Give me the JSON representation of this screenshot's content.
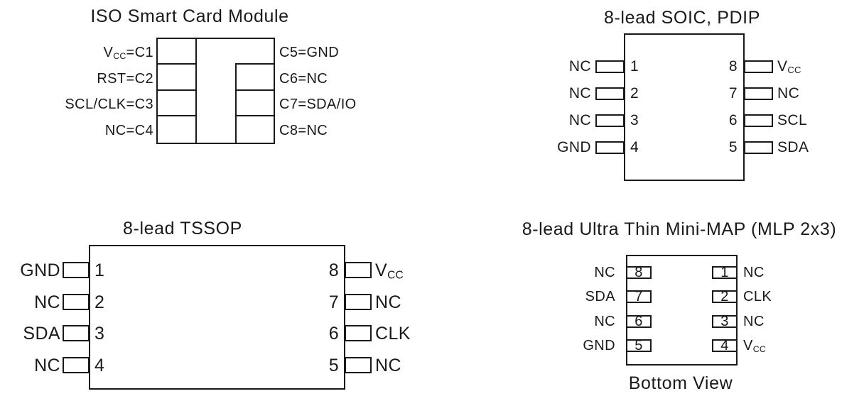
{
  "figure": {
    "colors": {
      "background": "#ffffff",
      "ink": "#1a1a1a"
    },
    "smart_card": {
      "title": "ISO Smart Card Module",
      "left_contacts": [
        {
          "pre": "V",
          "sub": "CC",
          "post": "=C1"
        },
        {
          "pre": "RST=C2"
        },
        {
          "pre": "SCL/CLK=C3"
        },
        {
          "pre": "NC=C4"
        }
      ],
      "right_contacts": [
        {
          "pre": "C5=GND"
        },
        {
          "pre": "C6=NC"
        },
        {
          "pre": "C7=SDA/IO"
        },
        {
          "pre": "C8=NC"
        }
      ]
    },
    "soic": {
      "title": "8-lead SOIC, PDIP",
      "left_pins": [
        {
          "num": "1",
          "label": {
            "pre": "NC"
          }
        },
        {
          "num": "2",
          "label": {
            "pre": "NC"
          }
        },
        {
          "num": "3",
          "label": {
            "pre": "NC"
          }
        },
        {
          "num": "4",
          "label": {
            "pre": "GND"
          }
        }
      ],
      "right_pins": [
        {
          "num": "8",
          "label": {
            "pre": "V",
            "sub": "CC"
          }
        },
        {
          "num": "7",
          "label": {
            "pre": "NC"
          }
        },
        {
          "num": "6",
          "label": {
            "pre": "SCL"
          }
        },
        {
          "num": "5",
          "label": {
            "pre": "SDA"
          }
        }
      ]
    },
    "tssop": {
      "title": "8-lead TSSOP",
      "left_pins": [
        {
          "num": "1",
          "label": {
            "pre": "GND"
          }
        },
        {
          "num": "2",
          "label": {
            "pre": "NC"
          }
        },
        {
          "num": "3",
          "label": {
            "pre": "SDA"
          }
        },
        {
          "num": "4",
          "label": {
            "pre": "NC"
          }
        }
      ],
      "right_pins": [
        {
          "num": "8",
          "label": {
            "pre": "V",
            "sub": "CC"
          }
        },
        {
          "num": "7",
          "label": {
            "pre": "NC"
          }
        },
        {
          "num": "6",
          "label": {
            "pre": "CLK"
          }
        },
        {
          "num": "5",
          "label": {
            "pre": "NC"
          }
        }
      ]
    },
    "mlp": {
      "title": "8-lead Ultra Thin Mini-MAP (MLP 2x3)",
      "caption": "Bottom View",
      "left_pins": [
        {
          "num": "8",
          "label": {
            "pre": "NC"
          }
        },
        {
          "num": "7",
          "label": {
            "pre": "SDA"
          }
        },
        {
          "num": "6",
          "label": {
            "pre": "NC"
          }
        },
        {
          "num": "5",
          "label": {
            "pre": "GND"
          }
        }
      ],
      "right_pins": [
        {
          "num": "1",
          "label": {
            "pre": "NC"
          }
        },
        {
          "num": "2",
          "label": {
            "pre": "CLK"
          }
        },
        {
          "num": "3",
          "label": {
            "pre": "NC"
          }
        },
        {
          "num": "4",
          "label": {
            "pre": "V",
            "sub": "CC"
          }
        }
      ]
    }
  }
}
